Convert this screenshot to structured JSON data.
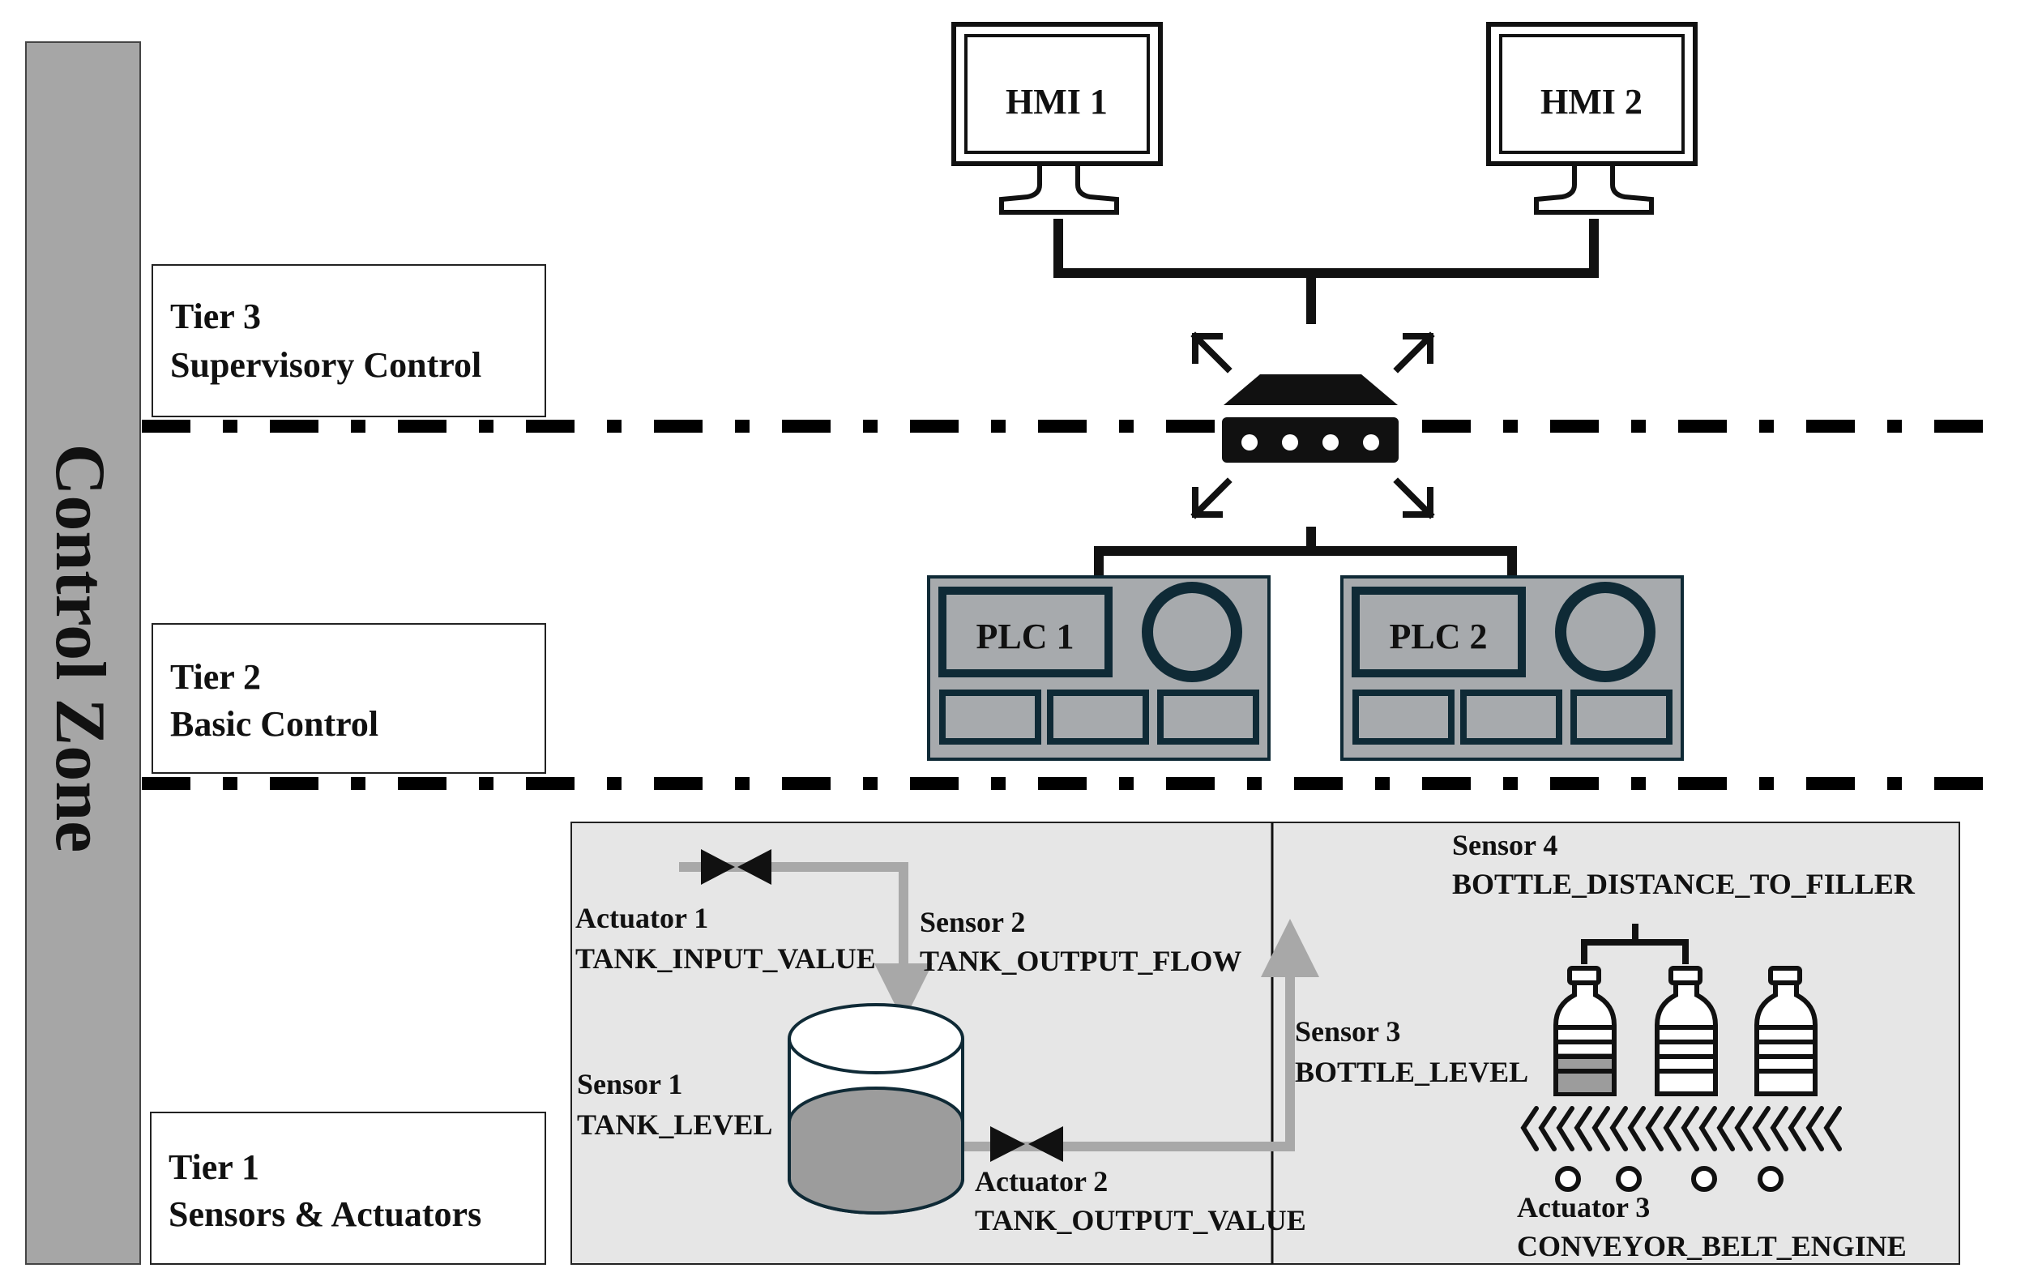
{
  "zone": {
    "label": "Control Zone"
  },
  "tiers": [
    {
      "title": "Tier 3",
      "subtitle": "Supervisory Control"
    },
    {
      "title": "Tier 2",
      "subtitle": "Basic Control"
    },
    {
      "title": "Tier 1",
      "subtitle": "Sensors & Actuators"
    }
  ],
  "hmis": [
    {
      "label": "HMI 1"
    },
    {
      "label": "HMI 2"
    }
  ],
  "plcs": [
    {
      "label": "PLC 1"
    },
    {
      "label": "PLC 2"
    }
  ],
  "devices": {
    "actuator1": {
      "name": "Actuator 1",
      "tag": "TANK_INPUT_VALUE"
    },
    "sensor2": {
      "name": "Sensor 2",
      "tag": "TANK_OUTPUT_FLOW"
    },
    "sensor1": {
      "name": "Sensor 1",
      "tag": "TANK_LEVEL"
    },
    "actuator2": {
      "name": "Actuator 2",
      "tag": "TANK_OUTPUT_VALUE"
    },
    "sensor3": {
      "name": "Sensor 3",
      "tag": "BOTTLE_LEVEL"
    },
    "sensor4": {
      "name": "Sensor 4",
      "tag": "BOTTLE_DISTANCE_TO_FILLER"
    },
    "actuator3": {
      "name": "Actuator 3",
      "tag": "CONVEYOR_BELT_ENGINE"
    }
  },
  "colors": {
    "zone_bar": "#a6a6a6",
    "plc_fill": "#a7aaad",
    "plc_stroke": "#0f2a36",
    "process_bg": "#e6e6e6",
    "pipe": "#a8a8a8",
    "liquid": "#9c9c9c"
  }
}
